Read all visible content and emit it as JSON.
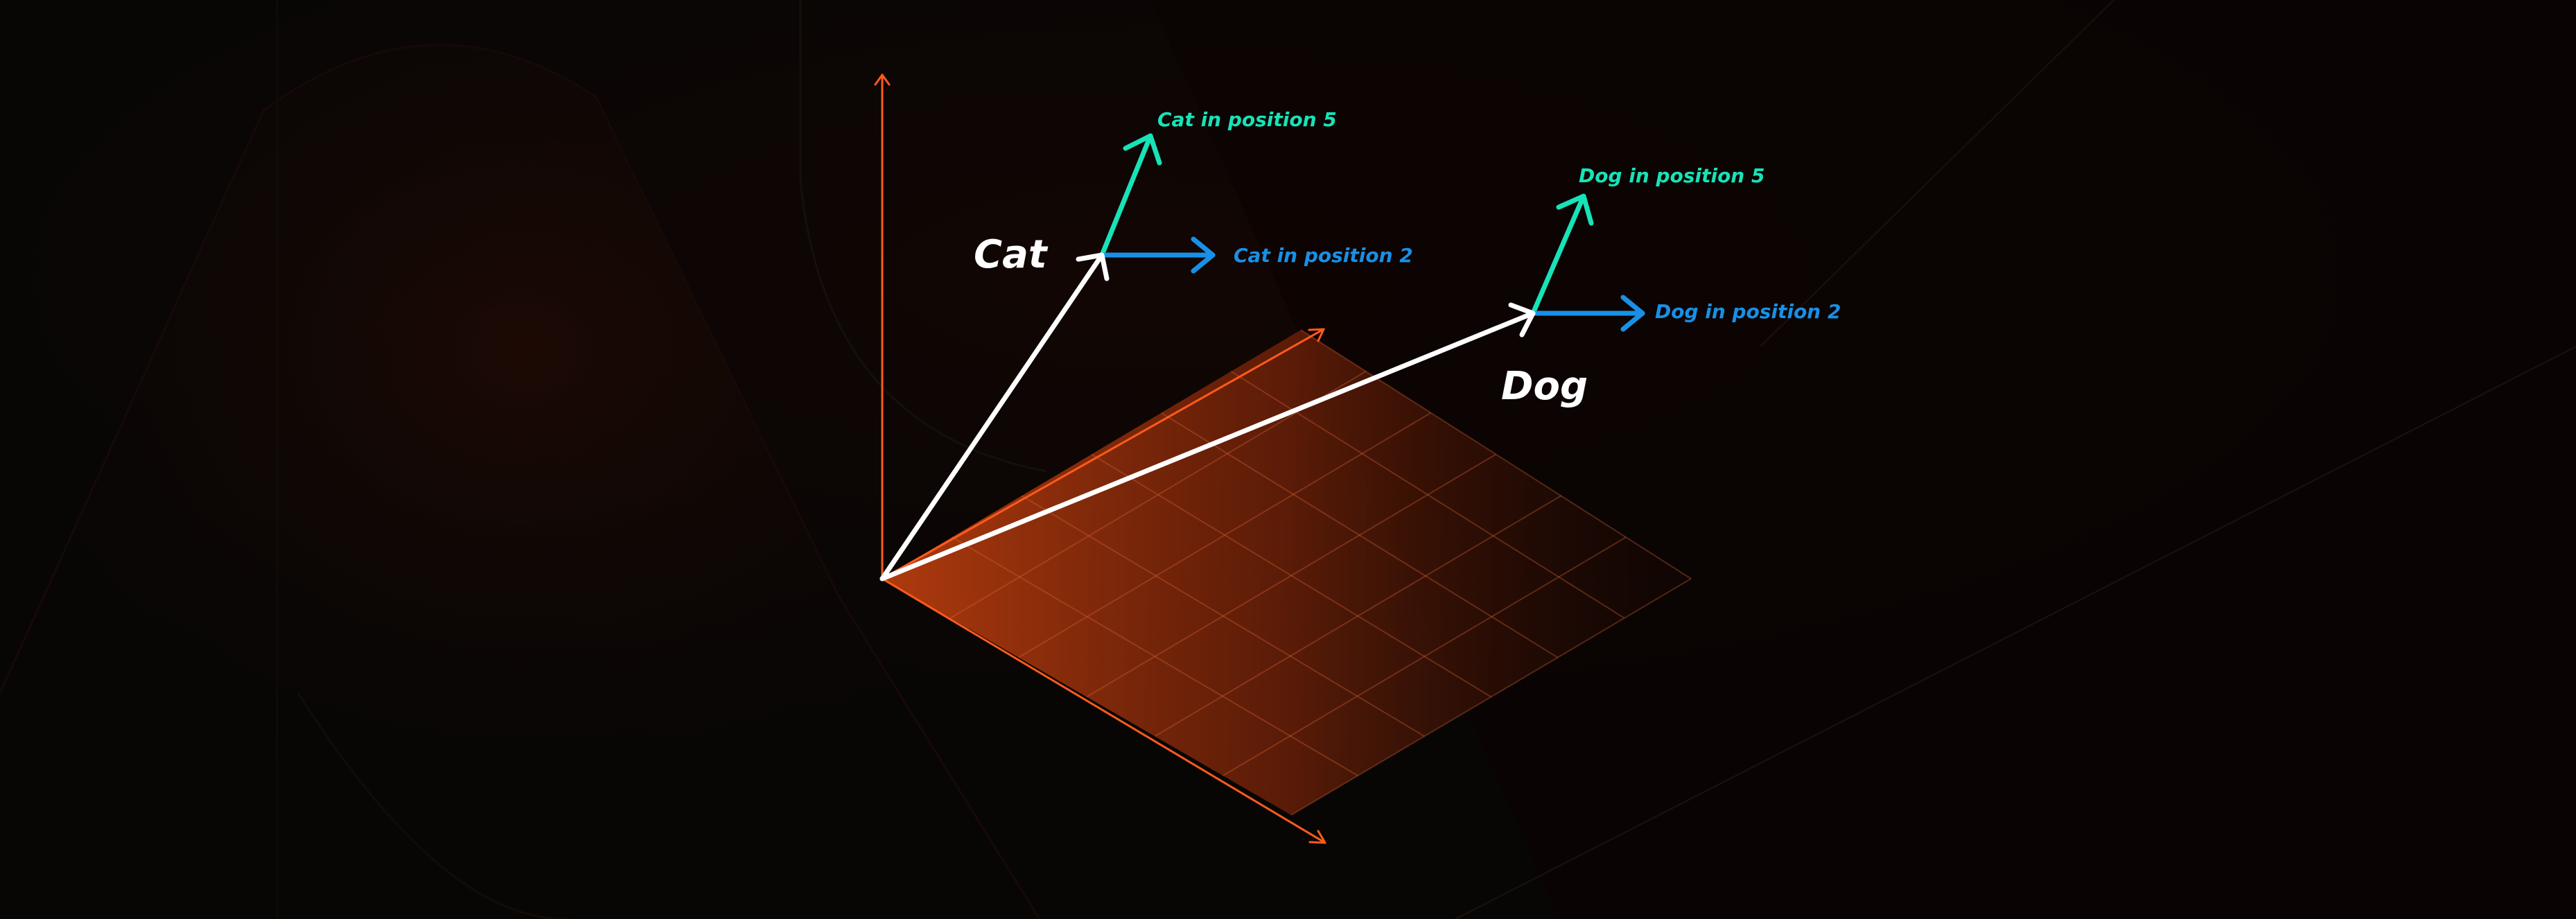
{
  "colors": {
    "background": "#070605",
    "axis": "#ff5a1c",
    "plane": "#c2400f",
    "word_vector": "#ffffff",
    "position_5": "#17e3b8",
    "position_2": "#1890e6"
  },
  "words": [
    {
      "label": "Cat",
      "position_labels": [
        "Cat in position 5",
        "Cat in position 2"
      ]
    },
    {
      "label": "Dog",
      "position_labels": [
        "Dog in position 5",
        "Dog in position 2"
      ]
    }
  ]
}
